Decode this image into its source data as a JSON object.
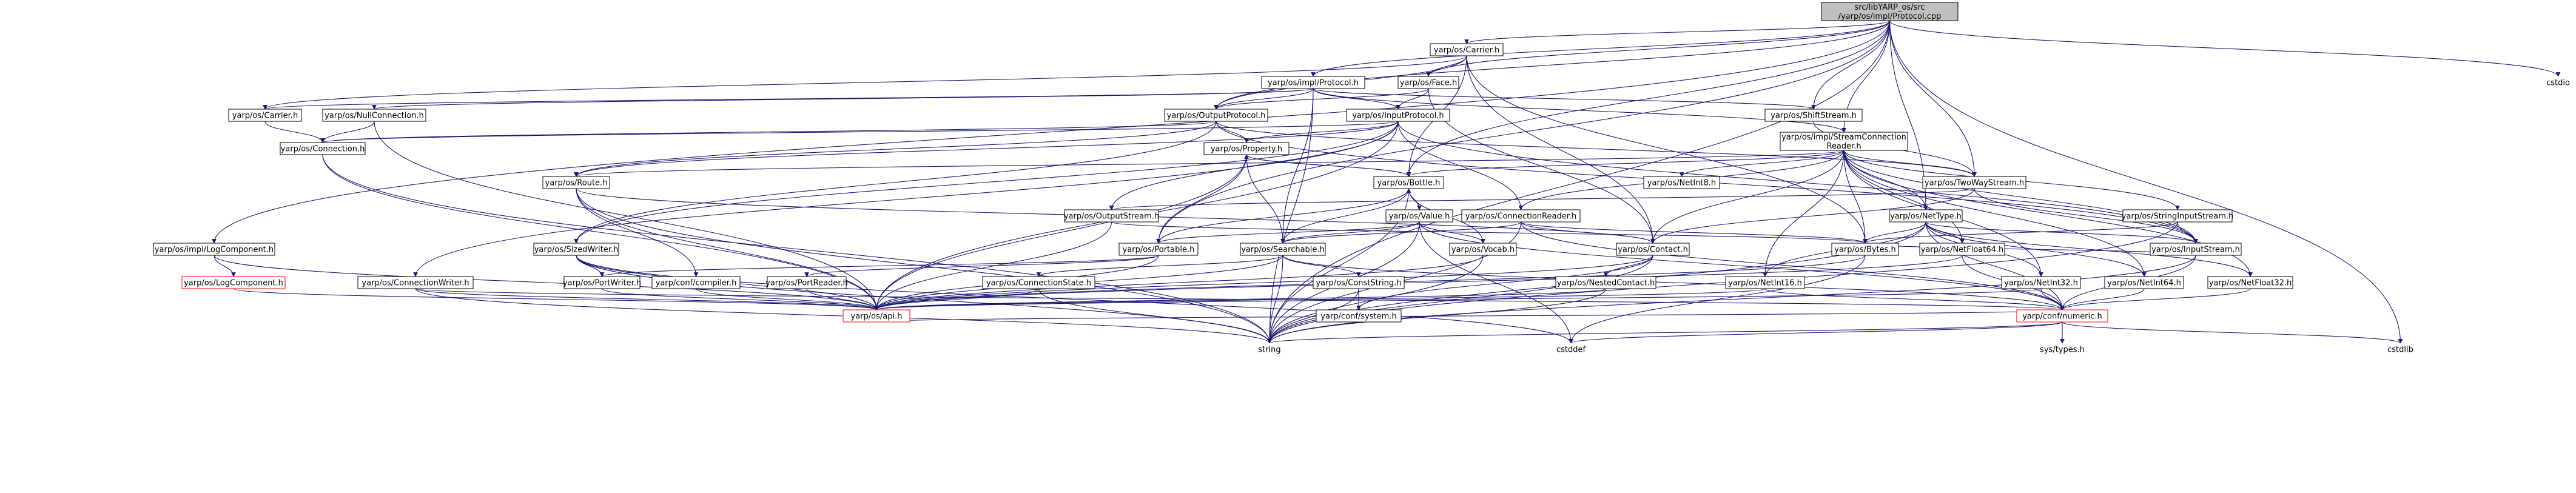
{
  "colors": {
    "root_fill": "#bfbfbf",
    "node_fill": "#ffffff",
    "node_border": "#000000",
    "undocumented_border": "#ff0000",
    "undocumented_text": "#ff0000",
    "edge": "#191970",
    "edge_alt": "#9a9a9a"
  },
  "nodes": [
    {
      "id": "root",
      "lines": [
        "src/libYARP_os/src",
        "/yarp/os/impl/Protocol.cpp"
      ],
      "root": true
    },
    {
      "id": "carrier_h",
      "lines": [
        "yarp/os/Carrier.h"
      ]
    },
    {
      "id": "impl_protocol_h",
      "lines": [
        "yarp/os/impl/Protocol.h"
      ]
    },
    {
      "id": "face_h",
      "lines": [
        "yarp/os/Face.h"
      ]
    },
    {
      "id": "carrier2_h",
      "lines": [
        "yarp/os/Carrier.h"
      ]
    },
    {
      "id": "null_connection_h",
      "lines": [
        "yarp/os/NullConnection.h"
      ]
    },
    {
      "id": "output_protocol_h",
      "lines": [
        "yarp/os/OutputProtocol.h"
      ]
    },
    {
      "id": "input_protocol_h",
      "lines": [
        "yarp/os/InputProtocol.h"
      ]
    },
    {
      "id": "shift_stream_h",
      "lines": [
        "yarp/os/ShiftStream.h"
      ]
    },
    {
      "id": "connection_h",
      "lines": [
        "yarp/os/Connection.h"
      ]
    },
    {
      "id": "stream_connection_reader_h",
      "lines": [
        "yarp/os/impl/StreamConnection",
        "Reader.h"
      ]
    },
    {
      "id": "property_h",
      "lines": [
        "yarp/os/Property.h"
      ]
    },
    {
      "id": "two_way_stream_h",
      "lines": [
        "yarp/os/TwoWayStream.h"
      ]
    },
    {
      "id": "route_h",
      "lines": [
        "yarp/os/Route.h"
      ]
    },
    {
      "id": "bottle_h",
      "lines": [
        "yarp/os/Bottle.h"
      ]
    },
    {
      "id": "net_int8_h",
      "lines": [
        "yarp/os/NetInt8.h"
      ]
    },
    {
      "id": "output_stream_h",
      "lines": [
        "yarp/os/OutputStream.h"
      ]
    },
    {
      "id": "value_h",
      "lines": [
        "yarp/os/Value.h"
      ]
    },
    {
      "id": "connection_reader_h",
      "lines": [
        "yarp/os/ConnectionReader.h"
      ]
    },
    {
      "id": "net_type_h",
      "lines": [
        "yarp/os/NetType.h"
      ]
    },
    {
      "id": "string_input_stream_h",
      "lines": [
        "yarp/os/StringInputStream.h"
      ]
    },
    {
      "id": "log_component_h",
      "lines": [
        "yarp/os/impl/LogComponent.h"
      ]
    },
    {
      "id": "sized_writer_h",
      "lines": [
        "yarp/os/SizedWriter.h"
      ]
    },
    {
      "id": "portable_h",
      "lines": [
        "yarp/os/Portable.h"
      ]
    },
    {
      "id": "searchable_h",
      "lines": [
        "yarp/os/Searchable.h"
      ]
    },
    {
      "id": "vocab_h",
      "lines": [
        "yarp/os/Vocab.h"
      ]
    },
    {
      "id": "contact_h",
      "lines": [
        "yarp/os/Contact.h"
      ]
    },
    {
      "id": "bytes_h",
      "lines": [
        "yarp/os/Bytes.h"
      ]
    },
    {
      "id": "net_float64_h",
      "lines": [
        "yarp/os/NetFloat64.h"
      ]
    },
    {
      "id": "input_stream_h",
      "lines": [
        "yarp/os/InputStream.h"
      ]
    },
    {
      "id": "yarp_log_component_h",
      "lines": [
        "yarp/os/LogComponent.h"
      ],
      "undocumented": true
    },
    {
      "id": "connection_writer_h",
      "lines": [
        "yarp/os/ConnectionWriter.h"
      ]
    },
    {
      "id": "port_writer_h",
      "lines": [
        "yarp/os/PortWriter.h"
      ]
    },
    {
      "id": "conf_compiler_h",
      "lines": [
        "yarp/conf/compiler.h"
      ]
    },
    {
      "id": "port_reader_h",
      "lines": [
        "yarp/os/PortReader.h"
      ]
    },
    {
      "id": "connection_state_h",
      "lines": [
        "yarp/os/ConnectionState.h"
      ]
    },
    {
      "id": "const_string_h",
      "lines": [
        "yarp/os/ConstString.h"
      ]
    },
    {
      "id": "nested_contact_h",
      "lines": [
        "yarp/os/NestedContact.h"
      ]
    },
    {
      "id": "net_int16_h",
      "lines": [
        "yarp/os/NetInt16.h"
      ]
    },
    {
      "id": "net_int32_h",
      "lines": [
        "yarp/os/NetInt32.h"
      ]
    },
    {
      "id": "net_int64_h",
      "lines": [
        "yarp/os/NetInt64.h"
      ]
    },
    {
      "id": "net_float32_h",
      "lines": [
        "yarp/os/NetFloat32.h"
      ]
    },
    {
      "id": "api_h",
      "lines": [
        "yarp/os/api.h"
      ],
      "undocumented": true
    },
    {
      "id": "conf_system_h",
      "lines": [
        "yarp/conf/system.h"
      ]
    },
    {
      "id": "conf_numeric_h",
      "lines": [
        "yarp/conf/numeric.h"
      ],
      "undocumented": true
    },
    {
      "id": "cstdio",
      "lines": [
        "cstdio"
      ],
      "external": true
    },
    {
      "id": "string",
      "lines": [
        "string"
      ],
      "external": true
    },
    {
      "id": "cstddef",
      "lines": [
        "cstddef"
      ],
      "external": true
    },
    {
      "id": "cstdlib",
      "lines": [
        "cstdlib"
      ],
      "external": true
    },
    {
      "id": "sys_types_h",
      "lines": [
        "sys/types.h"
      ],
      "external": true
    }
  ],
  "edges": [
    [
      "root",
      "carrier_h"
    ],
    [
      "root",
      "impl_protocol_h"
    ],
    [
      "root",
      "face_h"
    ],
    [
      "root",
      "output_protocol_h"
    ],
    [
      "root",
      "stream_connection_reader_h"
    ],
    [
      "root",
      "shift_stream_h"
    ],
    [
      "root",
      "two_way_stream_h"
    ],
    [
      "root",
      "bottle_h"
    ],
    [
      "root",
      "net_type_h"
    ],
    [
      "root",
      "log_component_h"
    ],
    [
      "root",
      "portable_h"
    ],
    [
      "root",
      "cstdio"
    ],
    [
      "root",
      "string"
    ],
    [
      "root",
      "cstdlib"
    ],
    [
      "carrier_h",
      "carrier2_h"
    ],
    [
      "carrier_h",
      "face_h"
    ],
    [
      "carrier_h",
      "output_protocol_h"
    ],
    [
      "carrier_h",
      "bottle_h"
    ],
    [
      "carrier_h",
      "contact_h"
    ],
    [
      "carrier_h",
      "bytes_h"
    ],
    [
      "impl_protocol_h",
      "carrier2_h"
    ],
    [
      "impl_protocol_h",
      "null_connection_h"
    ],
    [
      "impl_protocol_h",
      "output_protocol_h"
    ],
    [
      "impl_protocol_h",
      "input_protocol_h"
    ],
    [
      "impl_protocol_h",
      "shift_stream_h"
    ],
    [
      "impl_protocol_h",
      "stream_connection_reader_h"
    ],
    [
      "impl_protocol_h",
      "string"
    ],
    [
      "impl_protocol_h",
      "searchable_h"
    ],
    [
      "face_h",
      "output_protocol_h"
    ],
    [
      "face_h",
      "input_protocol_h"
    ],
    [
      "face_h",
      "contact_h"
    ],
    [
      "carrier2_h",
      "connection_h"
    ],
    [
      "null_connection_h",
      "connection_h"
    ],
    [
      "null_connection_h",
      "api_h"
    ],
    [
      "output_protocol_h",
      "connection_h"
    ],
    [
      "output_protocol_h",
      "route_h"
    ],
    [
      "output_protocol_h",
      "property_h"
    ],
    [
      "output_protocol_h",
      "sized_writer_h"
    ],
    [
      "output_protocol_h",
      "two_way_stream_h"
    ],
    [
      "output_protocol_h",
      "input_stream_h"
    ],
    [
      "input_protocol_h",
      "connection_h"
    ],
    [
      "input_protocol_h",
      "property_h"
    ],
    [
      "input_protocol_h",
      "route_h"
    ],
    [
      "input_protocol_h",
      "output_stream_h"
    ],
    [
      "input_protocol_h",
      "connection_reader_h"
    ],
    [
      "input_protocol_h",
      "sized_writer_h"
    ],
    [
      "input_protocol_h",
      "connection_writer_h"
    ],
    [
      "input_protocol_h",
      "input_stream_h"
    ],
    [
      "input_protocol_h",
      "api_h"
    ],
    [
      "shift_stream_h",
      "two_way_stream_h"
    ],
    [
      "connection_h",
      "api_h"
    ],
    [
      "connection_h",
      "string"
    ],
    [
      "stream_connection_reader_h",
      "bottle_h"
    ],
    [
      "stream_connection_reader_h",
      "connection_reader_h"
    ],
    [
      "stream_connection_reader_h",
      "net_int8_h"
    ],
    [
      "stream_connection_reader_h",
      "net_type_h"
    ],
    [
      "stream_connection_reader_h",
      "string_input_stream_h"
    ],
    [
      "stream_connection_reader_h",
      "two_way_stream_h"
    ],
    [
      "stream_connection_reader_h",
      "route_h"
    ],
    [
      "stream_connection_reader_h",
      "bytes_h"
    ],
    [
      "stream_connection_reader_h",
      "contact_h"
    ],
    [
      "stream_connection_reader_h",
      "net_int16_h"
    ],
    [
      "stream_connection_reader_h",
      "net_int32_h"
    ],
    [
      "stream_connection_reader_h",
      "net_int64_h"
    ],
    [
      "stream_connection_reader_h",
      "net_float32_h"
    ],
    [
      "stream_connection_reader_h",
      "net_float64_h"
    ],
    [
      "stream_connection_reader_h",
      "input_stream_h"
    ],
    [
      "property_h",
      "bottle_h"
    ],
    [
      "property_h",
      "searchable_h"
    ],
    [
      "property_h",
      "portable_h"
    ],
    [
      "property_h",
      "api_h"
    ],
    [
      "bottle_h",
      "property_h"
    ],
    [
      "bottle_h",
      "value_h"
    ],
    [
      "bottle_h",
      "portable_h"
    ],
    [
      "bottle_h",
      "searchable_h"
    ],
    [
      "bottle_h",
      "string"
    ],
    [
      "bottle_h",
      "vocab_h"
    ],
    [
      "value_h",
      "bottle_h"
    ],
    [
      "value_h",
      "portable_h"
    ],
    [
      "value_h",
      "searchable_h"
    ],
    [
      "value_h",
      "vocab_h"
    ],
    [
      "value_h",
      "conf_numeric_h"
    ],
    [
      "value_h",
      "string"
    ],
    [
      "value_h",
      "cstddef"
    ],
    [
      "two_way_stream_h",
      "output_stream_h"
    ],
    [
      "two_way_stream_h",
      "input_stream_h"
    ],
    [
      "two_way_stream_h",
      "contact_h"
    ],
    [
      "route_h",
      "contact_h"
    ],
    [
      "route_h",
      "api_h"
    ],
    [
      "route_h",
      "conf_compiler_h"
    ],
    [
      "route_h",
      "string"
    ],
    [
      "output_stream_h",
      "bytes_h"
    ],
    [
      "output_stream_h",
      "api_h"
    ],
    [
      "connection_reader_h",
      "contact_h"
    ],
    [
      "connection_reader_h",
      "bytes_h"
    ],
    [
      "connection_reader_h",
      "searchable_h"
    ],
    [
      "connection_reader_h",
      "conf_numeric_h"
    ],
    [
      "connection_reader_h",
      "string"
    ],
    [
      "net_type_h",
      "bytes_h"
    ],
    [
      "net_type_h",
      "net_int16_h"
    ],
    [
      "net_type_h",
      "net_int32_h"
    ],
    [
      "net_type_h",
      "net_int64_h"
    ],
    [
      "net_type_h",
      "net_float32_h"
    ],
    [
      "net_type_h",
      "net_float64_h"
    ],
    [
      "net_type_h",
      "input_stream_h"
    ],
    [
      "net_type_h",
      "conf_numeric_h"
    ],
    [
      "net_type_h",
      "string"
    ],
    [
      "string_input_stream_h",
      "input_stream_h"
    ],
    [
      "string_input_stream_h",
      "bytes_h"
    ],
    [
      "string_input_stream_h",
      "string"
    ],
    [
      "log_component_h",
      "yarp_log_component_h"
    ],
    [
      "log_component_h",
      "api_h"
    ],
    [
      "yarp_log_component_h",
      "api_h"
    ],
    [
      "sized_writer_h",
      "port_writer_h"
    ],
    [
      "sized_writer_h",
      "api_h"
    ],
    [
      "sized_writer_h",
      "string"
    ],
    [
      "sized_writer_h",
      "cstddef"
    ],
    [
      "portable_h",
      "port_writer_h"
    ],
    [
      "portable_h",
      "port_reader_h"
    ],
    [
      "portable_h",
      "api_h"
    ],
    [
      "searchable_h",
      "connection_state_h"
    ],
    [
      "searchable_h",
      "const_string_h"
    ],
    [
      "searchable_h",
      "api_h"
    ],
    [
      "searchable_h",
      "string"
    ],
    [
      "searchable_h",
      "conf_numeric_h"
    ],
    [
      "vocab_h",
      "api_h"
    ],
    [
      "vocab_h",
      "string"
    ],
    [
      "contact_h",
      "nested_contact_h"
    ],
    [
      "contact_h",
      "api_h"
    ],
    [
      "contact_h",
      "string"
    ],
    [
      "contact_h",
      "conf_system_h"
    ],
    [
      "bytes_h",
      "api_h"
    ],
    [
      "bytes_h",
      "cstddef"
    ],
    [
      "net_float64_h",
      "conf_numeric_h"
    ],
    [
      "net_float64_h",
      "api_h"
    ],
    [
      "input_stream_h",
      "bytes_h"
    ],
    [
      "input_stream_h",
      "conf_numeric_h"
    ],
    [
      "input_stream_h",
      "string"
    ],
    [
      "connection_writer_h",
      "api_h"
    ],
    [
      "connection_writer_h",
      "conf_numeric_h"
    ],
    [
      "connection_writer_h",
      "string"
    ],
    [
      "port_writer_h",
      "api_h"
    ],
    [
      "conf_compiler_h",
      "api_h"
    ],
    [
      "port_reader_h",
      "api_h"
    ],
    [
      "connection_state_h",
      "api_h"
    ],
    [
      "connection_state_h",
      "string"
    ],
    [
      "const_string_h",
      "string"
    ],
    [
      "const_string_h",
      "conf_system_h"
    ],
    [
      "nested_contact_h",
      "api_h"
    ],
    [
      "nested_contact_h",
      "string"
    ],
    [
      "net_int16_h",
      "conf_numeric_h"
    ],
    [
      "net_int16_h",
      "api_h"
    ],
    [
      "net_int32_h",
      "conf_numeric_h"
    ],
    [
      "net_int32_h",
      "api_h"
    ],
    [
      "net_int64_h",
      "conf_numeric_h"
    ],
    [
      "net_float32_h",
      "conf_numeric_h"
    ],
    [
      "api_h",
      "conf_numeric_h"
    ],
    [
      "conf_numeric_h",
      "string"
    ],
    [
      "conf_numeric_h",
      "cstddef"
    ],
    [
      "conf_numeric_h",
      "cstdlib"
    ],
    [
      "conf_numeric_h",
      "sys_types_h"
    ]
  ]
}
